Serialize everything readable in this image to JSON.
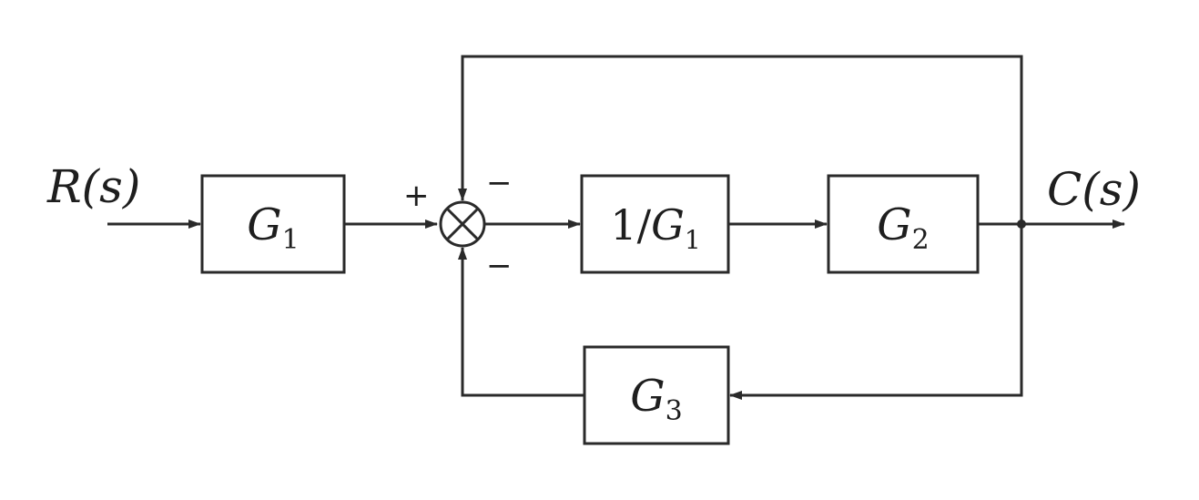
{
  "signals": {
    "input": "R(s)",
    "output": "C(s)"
  },
  "blocks": {
    "g1": {
      "base": "G",
      "sub": "1"
    },
    "inverse_g1": {
      "prefix": "1/",
      "base": "G",
      "sub": "1"
    },
    "g2": {
      "base": "G",
      "sub": "2"
    },
    "g3": {
      "base": "G",
      "sub": "3"
    }
  },
  "summing_junction": {
    "left_sign": "+",
    "top_sign": "−",
    "bottom_sign": "−"
  }
}
